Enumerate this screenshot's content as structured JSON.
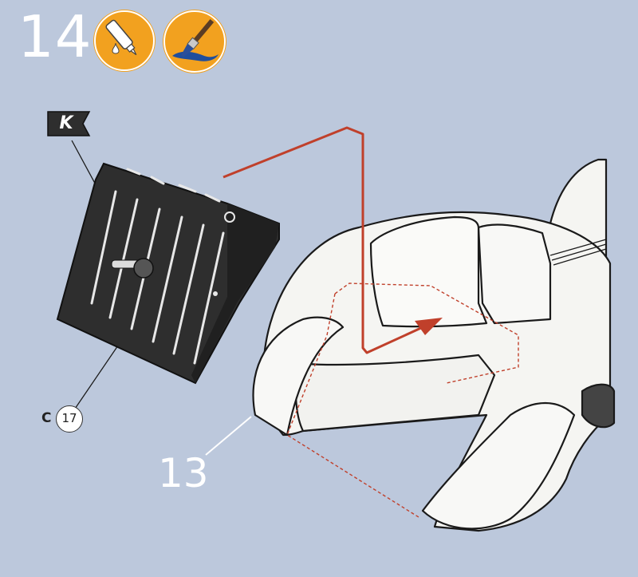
{
  "step": {
    "number": "14"
  },
  "badges": [
    {
      "name": "glue-icon"
    },
    {
      "name": "paint-brush-icon"
    }
  ],
  "part_callouts": {
    "flag_letter": "K",
    "sprue_letter": "C",
    "sprue_number": "17",
    "assembly_number": "13"
  },
  "colors": {
    "background": "#bcc8dc",
    "badge": "#f2a11f",
    "part_dark": "#2e2e2e",
    "arrow": "#c0402b",
    "outline": "#1a1a1a"
  }
}
